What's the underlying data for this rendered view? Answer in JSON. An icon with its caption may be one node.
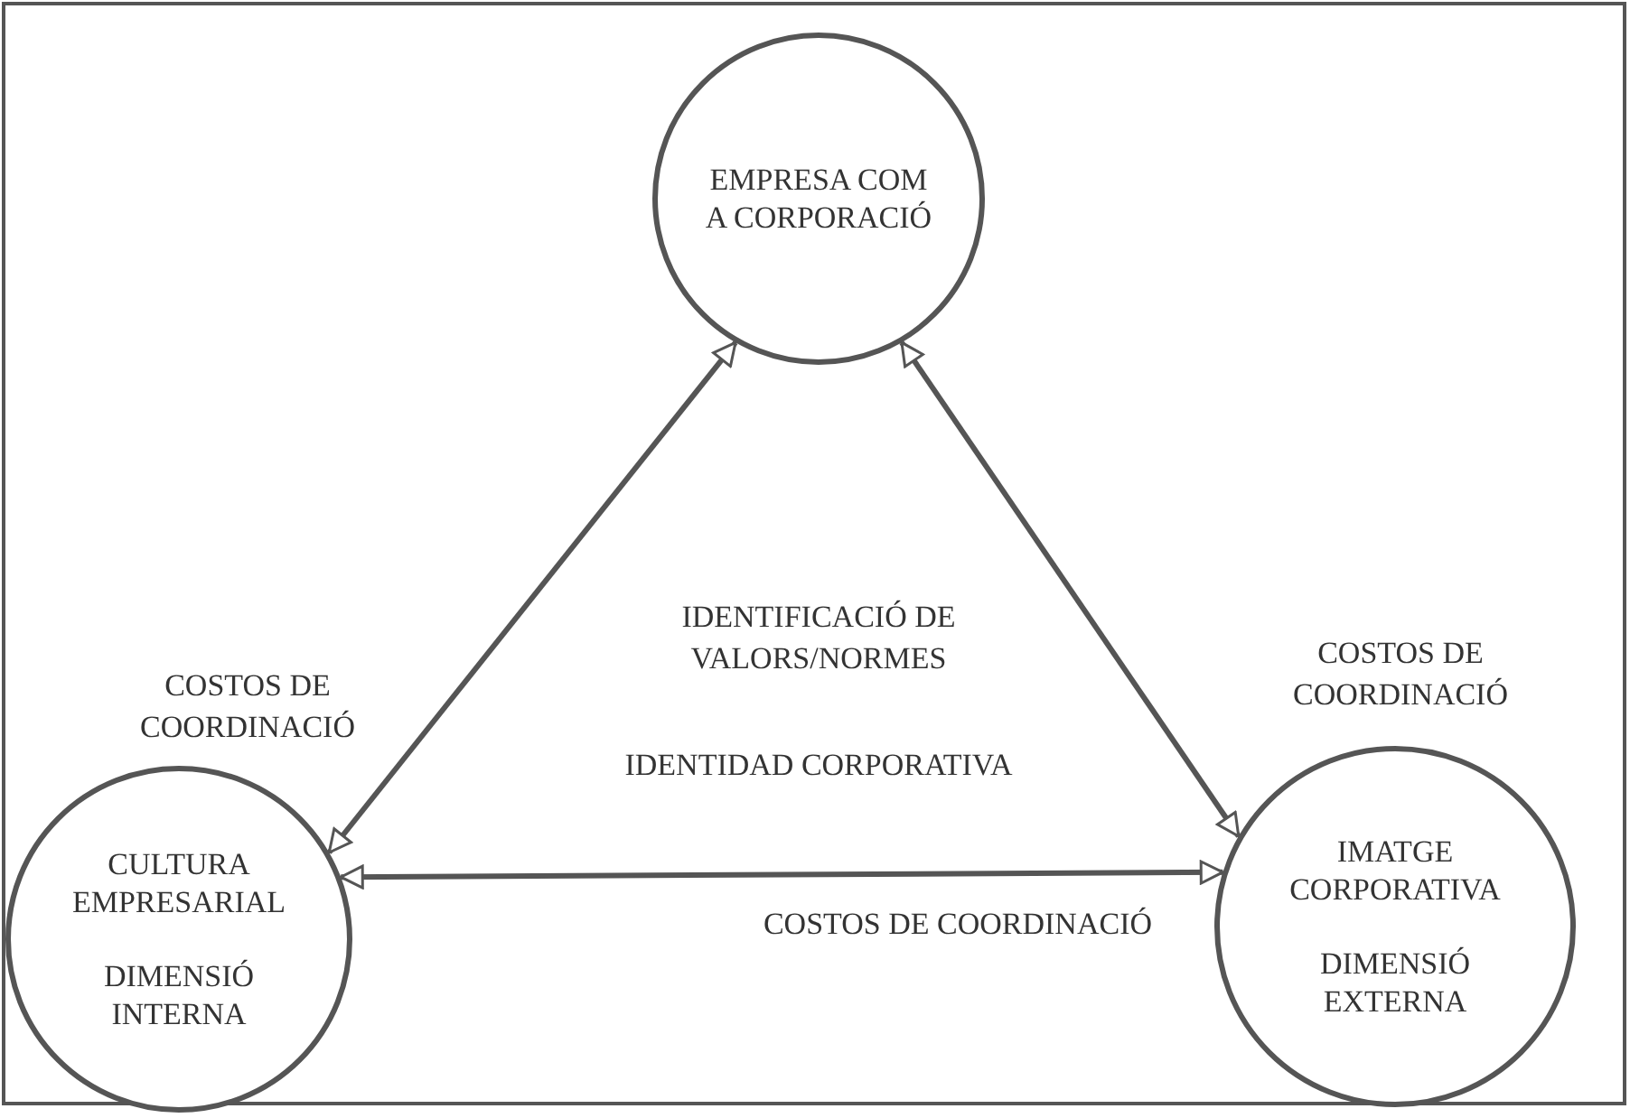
{
  "diagram": {
    "nodes": [
      {
        "text": [
          "EMPRESA COM A CORPORACIÓ"
        ]
      },
      {
        "text": [
          "CULTURA EMPRESARIAL",
          "DIMENSIÓ INTERNA"
        ]
      },
      {
        "text": [
          "IMATGE CORPORATIVA",
          "DIMENSIÓ EXTERNA"
        ]
      }
    ],
    "edges": [
      {
        "from": 1,
        "to": 0,
        "arrow": "both",
        "label": "COSTOS DE COORDINACIÓ"
      },
      {
        "from": 0,
        "to": 2,
        "arrow": "both",
        "label": "COSTOS DE COORDINACIÓ"
      },
      {
        "from": 1,
        "to": 2,
        "arrow": "both",
        "label": "COSTOS DE COORDINACIÓ"
      }
    ],
    "labels": [
      "IDENTIFICACIÓ DE VALORS/NORMES",
      "IDENTIDAD CORPORATIVA"
    ]
  }
}
